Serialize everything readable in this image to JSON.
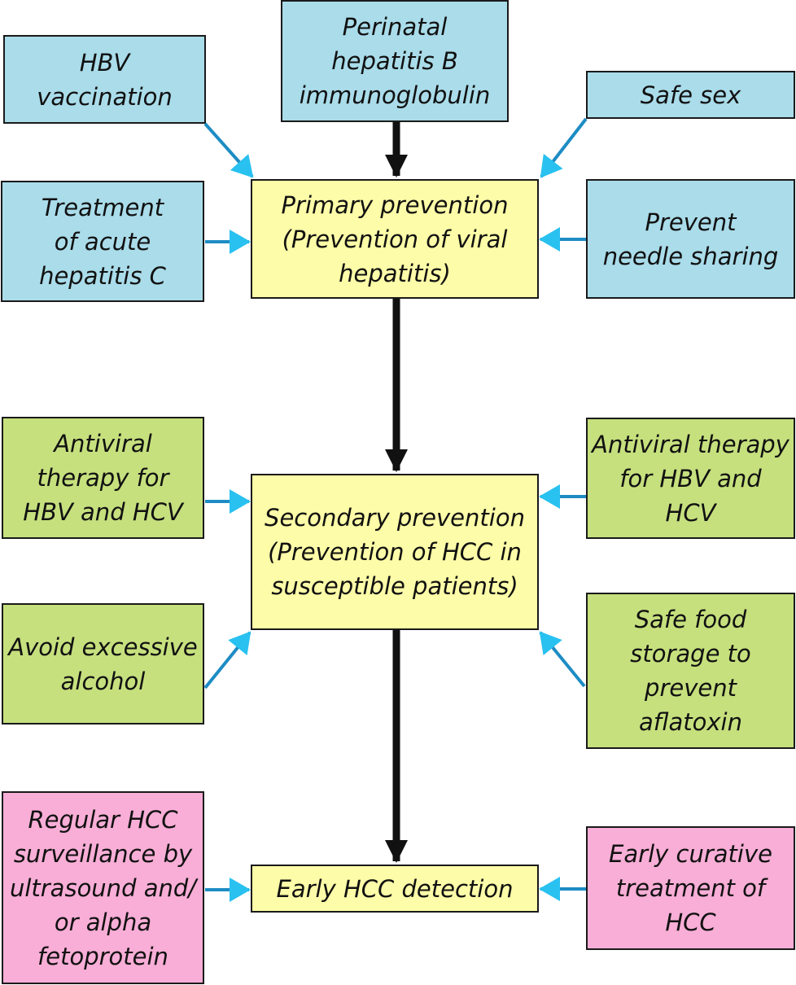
{
  "colors": {
    "primary_input": "#aadcea",
    "stage": "#fdfca8",
    "secondary_input": "#c6e07e",
    "detection_input": "#f8aed6",
    "side_arrow": "#1d8cc4",
    "side_arrow_head": "#29c1f0",
    "main_arrow": "#111111"
  },
  "stages": {
    "primary": "Primary prevention\n(Prevention of viral\nhepatitis)",
    "secondary": "Secondary prevention\n(Prevention of HCC in\nsusceptible patients)",
    "detection": "Early HCC detection"
  },
  "primary_inputs": {
    "hbv_vaccination": "HBV\nvaccination",
    "perinatal_hbig": "Perinatal\nhepatitis B\nimmunoglobulin",
    "safe_sex": "Safe sex",
    "treatment_acute_hcv": "Treatment\nof acute\nhepatitis C",
    "prevent_needle_sharing": "Prevent\nneedle sharing"
  },
  "secondary_inputs": {
    "antiviral_left": "Antiviral\ntherapy for\nHBV and HCV",
    "antiviral_right": "Antiviral therapy\nfor HBV and\nHCV",
    "avoid_alcohol": "Avoid excessive\nalcohol",
    "safe_food_storage": "Safe food\nstorage to\nprevent\naflatoxin"
  },
  "detection_inputs": {
    "surveillance": "Regular HCC\nsurveillance by\nultrasound and/\nor alpha\nfetoprotein",
    "early_treatment": "Early curative\ntreatment of\nHCC"
  }
}
